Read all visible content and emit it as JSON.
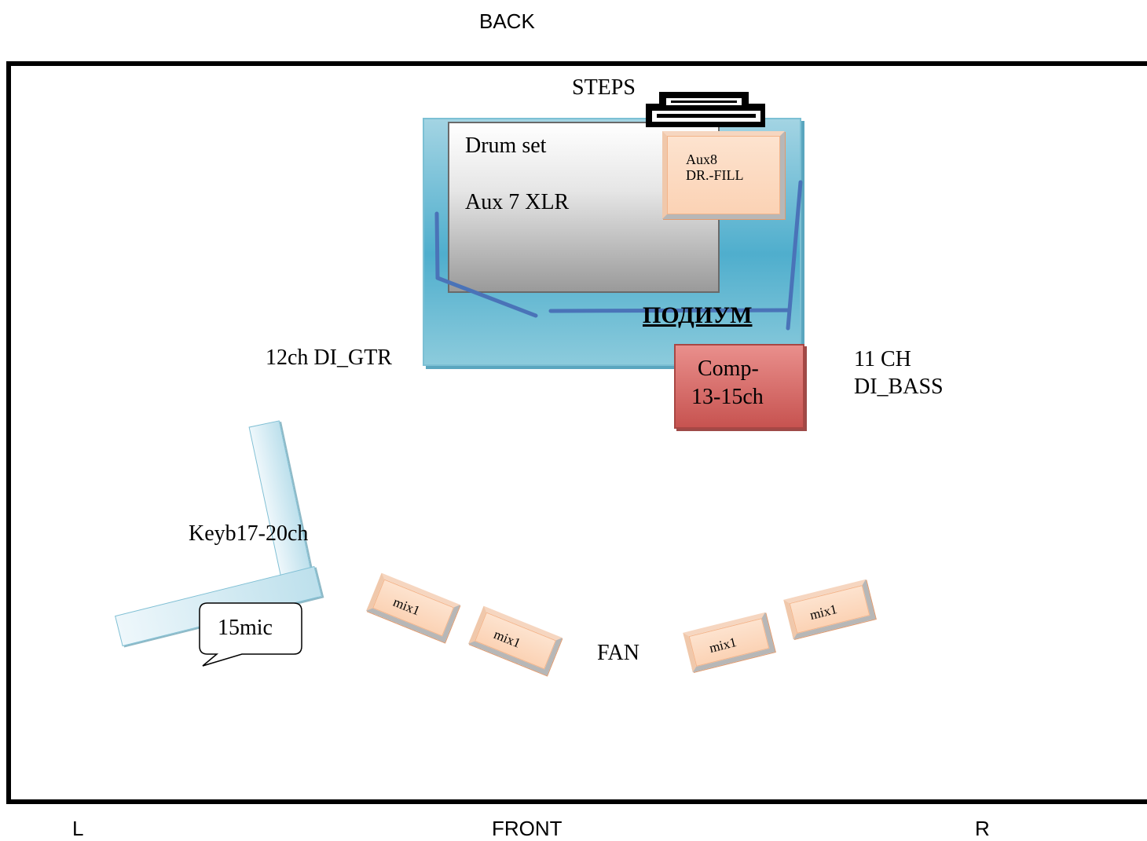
{
  "labels": {
    "back": "BACK",
    "front": "FRONT",
    "left": "L",
    "right": "R",
    "steps": "STEPS",
    "podium": "ПОДИУМ",
    "drum_set": "Drum set",
    "aux7": "Aux 7 XLR",
    "aux8_line1": "Aux8",
    "aux8_line2": "DR.-FILL",
    "comp_line1": "Comp-",
    "comp_line2": "13-15ch",
    "gtr": "12ch DI_GTR",
    "bass_line1": "11 CH",
    "bass_line2": "DI_BASS",
    "keyb": "Keyb17-20ch",
    "mic": "15mic",
    "fan": "FAN"
  },
  "monitors": [
    {
      "label": "mix1"
    },
    {
      "label": "mix1"
    },
    {
      "label": "mix1"
    },
    {
      "label": "mix1"
    }
  ],
  "colors": {
    "podium": "#4faecd",
    "drum_set": "#9a9a9a",
    "wedge": "#fbd2b4",
    "comp": "#c75350",
    "keyboard": "#bde0ec",
    "screen_lines": "#4a73b8"
  }
}
